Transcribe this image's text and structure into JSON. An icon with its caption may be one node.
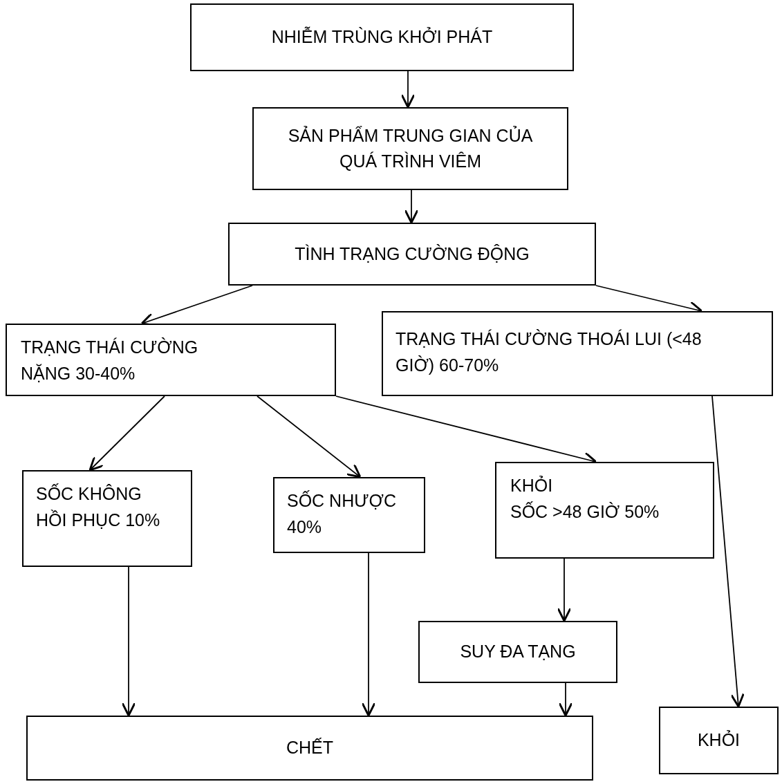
{
  "diagram": {
    "nodes": [
      {
        "text": [
          "NHIỄM TRÙNG KHỞI PHÁT"
        ]
      },
      {
        "text": [
          "SẢN PHẨM TRUNG GIAN CỦA QUÁ TRÌNH VIÊM"
        ]
      },
      {
        "text": [
          "TÌNH TRẠNG CƯỜNG ĐỘNG"
        ]
      },
      {
        "text": [
          "TRẠNG THÁI CƯỜNG NẶNG 30-40%"
        ]
      },
      {
        "text": [
          "TRẠNG THÁI CƯỜNG THOÁI LUI (<48 GIỜ) 60-70%"
        ]
      },
      {
        "text": [
          "SỐC KHÔNG HỒI PHỤC 10%"
        ]
      },
      {
        "text": [
          "SỐC NHƯỢC 40%"
        ]
      },
      {
        "text": [
          "KHỎI",
          "SỐC >48 GIỜ 50%"
        ]
      },
      {
        "text": [
          "SUY ĐA TẠNG"
        ]
      },
      {
        "text": [
          "CHẾT"
        ]
      },
      {
        "text": [
          "KHỎI"
        ]
      }
    ],
    "edges": [
      {
        "from": 0,
        "to": 1,
        "arrow": "to"
      },
      {
        "from": 1,
        "to": 2,
        "arrow": "to"
      },
      {
        "from": 2,
        "to": 3,
        "arrow": "to"
      },
      {
        "from": 2,
        "to": 4,
        "arrow": "to"
      },
      {
        "from": 3,
        "to": 5,
        "arrow": "to"
      },
      {
        "from": 3,
        "to": 6,
        "arrow": "to"
      },
      {
        "from": 3,
        "to": 7,
        "arrow": "to"
      },
      {
        "from": 7,
        "to": 8,
        "arrow": "to"
      },
      {
        "from": 5,
        "to": 9,
        "arrow": "to"
      },
      {
        "from": 6,
        "to": 9,
        "arrow": "to"
      },
      {
        "from": 8,
        "to": 9,
        "arrow": "to"
      },
      {
        "from": 4,
        "to": 10,
        "arrow": "to"
      }
    ]
  }
}
